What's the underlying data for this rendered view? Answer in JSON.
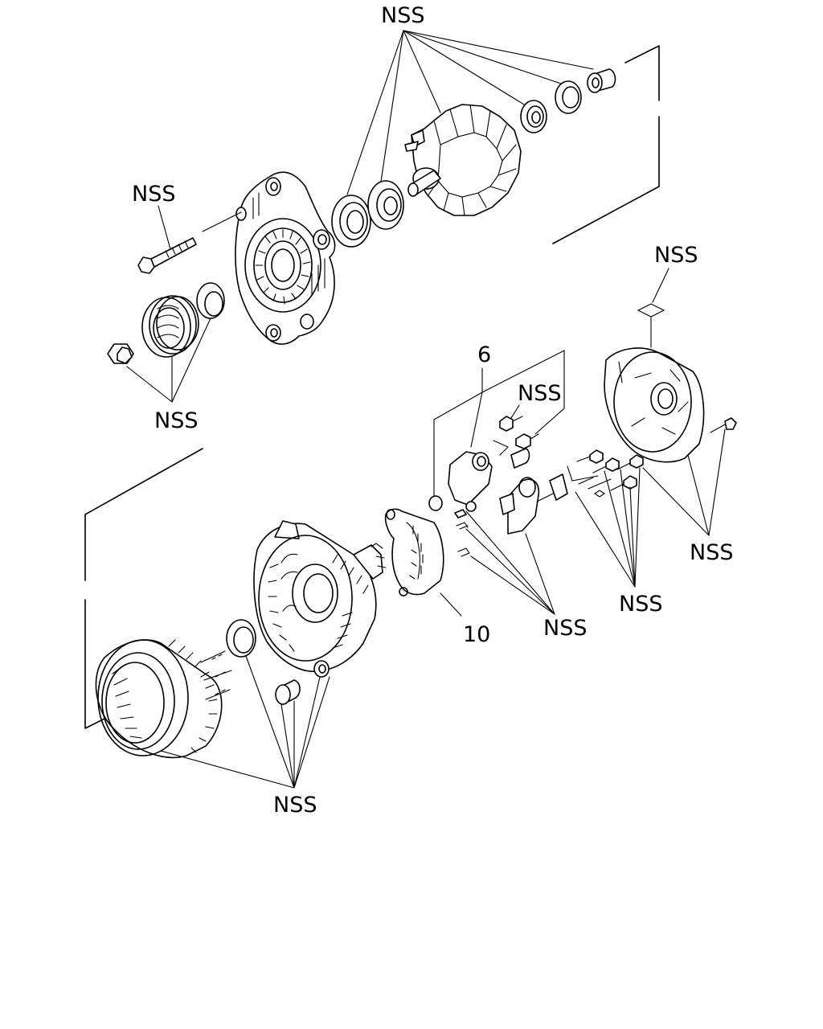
{
  "labels": {
    "nss_top": "NSS",
    "nss_bolt": "NSS",
    "nss_pulley": "NSS",
    "nss_rearcover": "NSS",
    "nss_regulator": "NSS",
    "nss_cover_screws": "NSS",
    "nss_terminal_bolts": "NSS",
    "nss_brush_parts": "NSS",
    "nss_stator_frame": "NSS",
    "part_regulator": "6",
    "part_rectifier": "10"
  }
}
